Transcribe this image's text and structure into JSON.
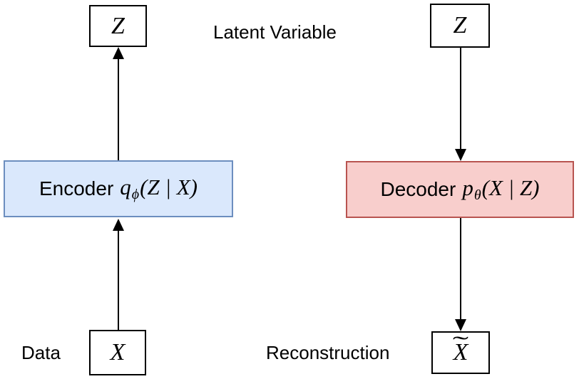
{
  "diagram": {
    "labels": {
      "latent_variable": "Latent Variable",
      "data": "Data",
      "reconstruction": "Reconstruction"
    },
    "nodes": {
      "latent_left": "Z",
      "latent_right": "Z",
      "data_node": "X",
      "reconstruction_letter": "X",
      "reconstruction_accent": "˜"
    },
    "encoder": {
      "name": "Encoder",
      "func": "q",
      "subscript": "ϕ",
      "args": "(Z | X)"
    },
    "decoder": {
      "name": "Decoder",
      "func": "p",
      "subscript": "θ",
      "args": "(X | Z)"
    },
    "colors": {
      "encoder_fill": "#dae8fc",
      "encoder_border": "#6c8ebf",
      "decoder_fill": "#f8cecc",
      "decoder_border": "#b85450",
      "node_border": "#000000",
      "arrow": "#000000"
    }
  }
}
